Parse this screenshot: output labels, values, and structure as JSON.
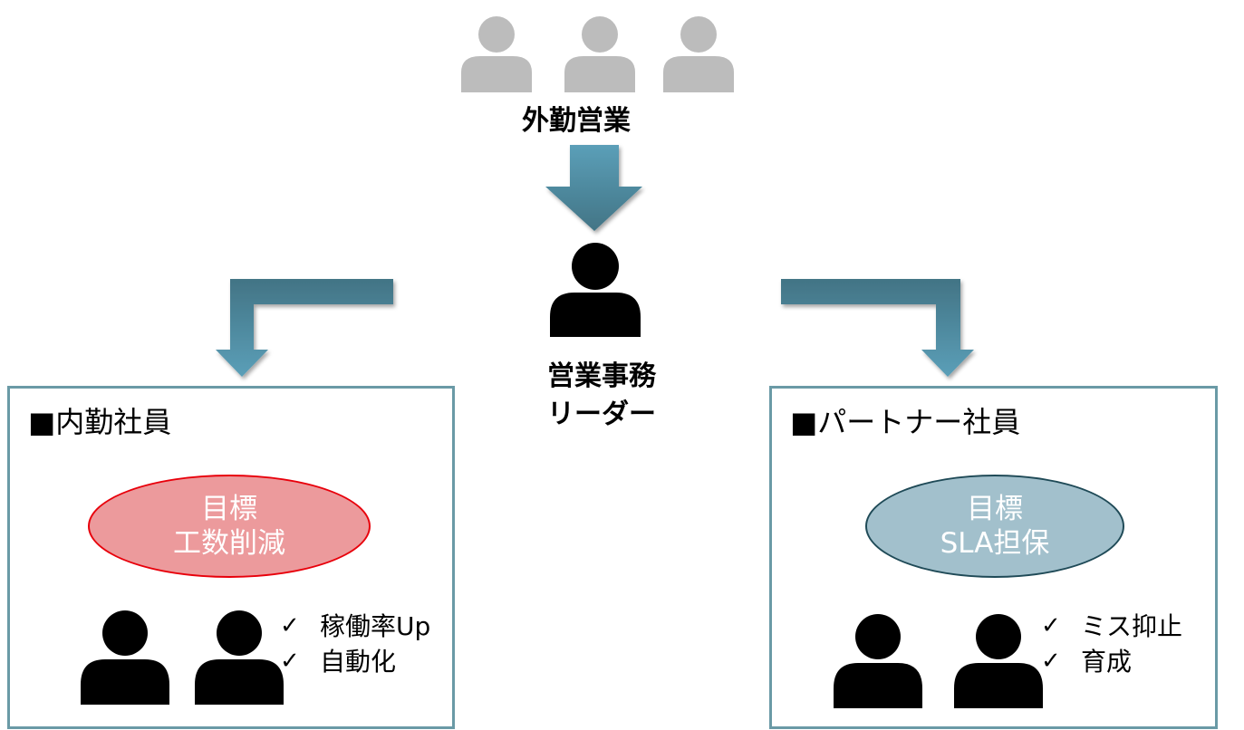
{
  "top_group": {
    "label": "外勤営業"
  },
  "center": {
    "label_line1": "営業事務",
    "label_line2": "リーダー"
  },
  "left_box": {
    "title": "■内勤社員",
    "goal_line1": "目標",
    "goal_line2": "工数削減",
    "checks": [
      "稼働率Up",
      "自動化"
    ]
  },
  "right_box": {
    "title": "■パートナー社員",
    "goal_line1": "目標",
    "goal_line2": "SLA担保",
    "checks": [
      "ミス抑止",
      "育成"
    ]
  },
  "check_symbol": "✓",
  "icons": [
    "person-icon",
    "arrow-down-icon",
    "elbow-arrow-left-icon",
    "elbow-arrow-right-icon"
  ],
  "colors": {
    "gray_person": "#bcbcbc",
    "black_person": "#000000",
    "arrow_light": "#5b9fb8",
    "arrow_dark": "#427485",
    "box_border": "#6a9aa6",
    "red_ellipse_fill": "#ec9a9c",
    "red_ellipse_border": "#e8000b",
    "blue_ellipse_fill": "#a2c0cc",
    "blue_ellipse_border": "#1f4a57"
  }
}
